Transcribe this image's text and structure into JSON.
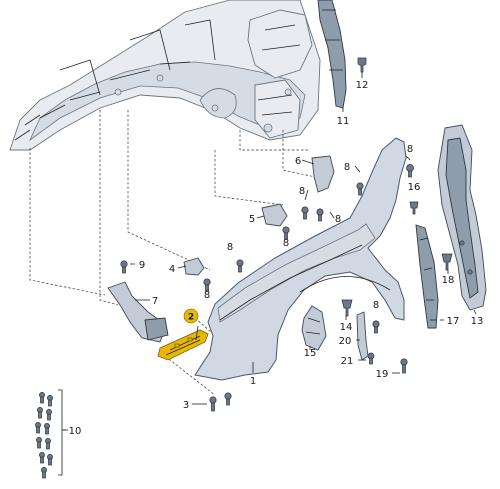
{
  "callouts": {
    "c1": "1",
    "c2": "2",
    "c3": "3",
    "c4": "4",
    "c5": "5",
    "c6": "6",
    "c7": "7",
    "c8": "8",
    "c9": "9",
    "c10": "10",
    "c11": "11",
    "c12": "12",
    "c13": "13",
    "c14": "14",
    "c15": "15",
    "c16": "16",
    "c17": "17",
    "c18": "18",
    "c19": "19",
    "c20": "20",
    "c21": "21"
  },
  "highlight": {
    "part_number": "2",
    "color": "#e8b800"
  }
}
